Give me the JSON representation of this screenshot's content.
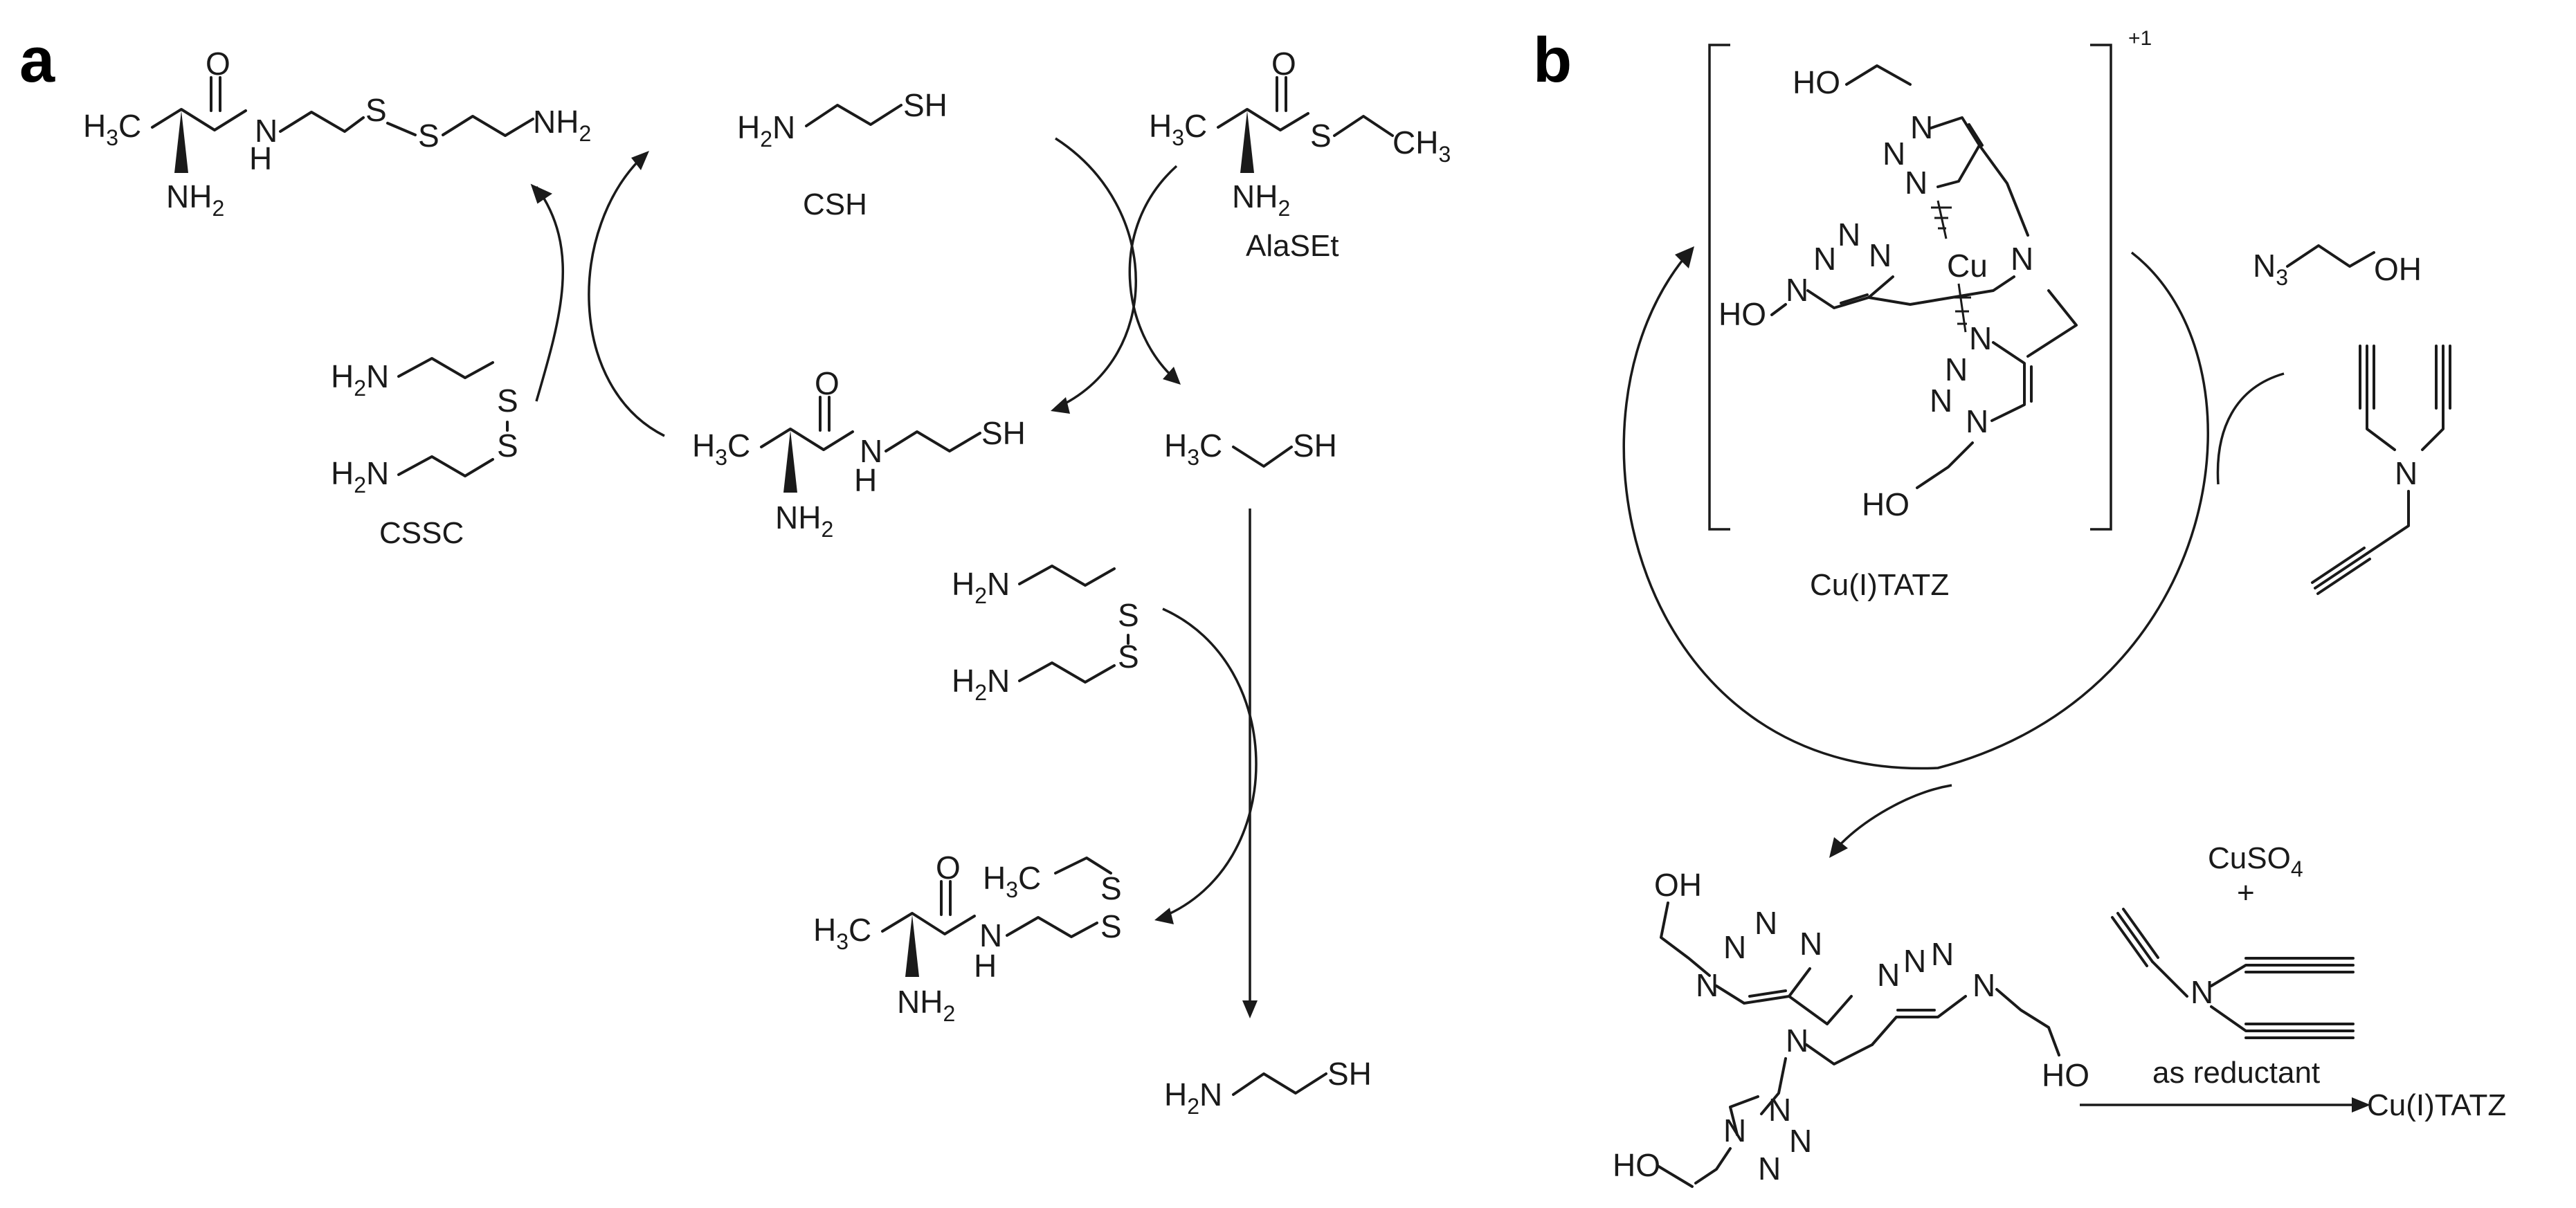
{
  "panels": {
    "a": "a",
    "b": "b"
  },
  "panel_a": {
    "compounds": {
      "csh": "CSH",
      "alasest": "AlaSEt",
      "cssc": "CSSC"
    }
  },
  "panel_b": {
    "catalyst": "Cu(I)TATZ",
    "charge": "+1",
    "reagent": "CuSO",
    "reagent_sub": "4",
    "plus": "+",
    "reductant_note": "as reductant",
    "product": "Cu(I)TATZ",
    "metal": "Cu"
  }
}
